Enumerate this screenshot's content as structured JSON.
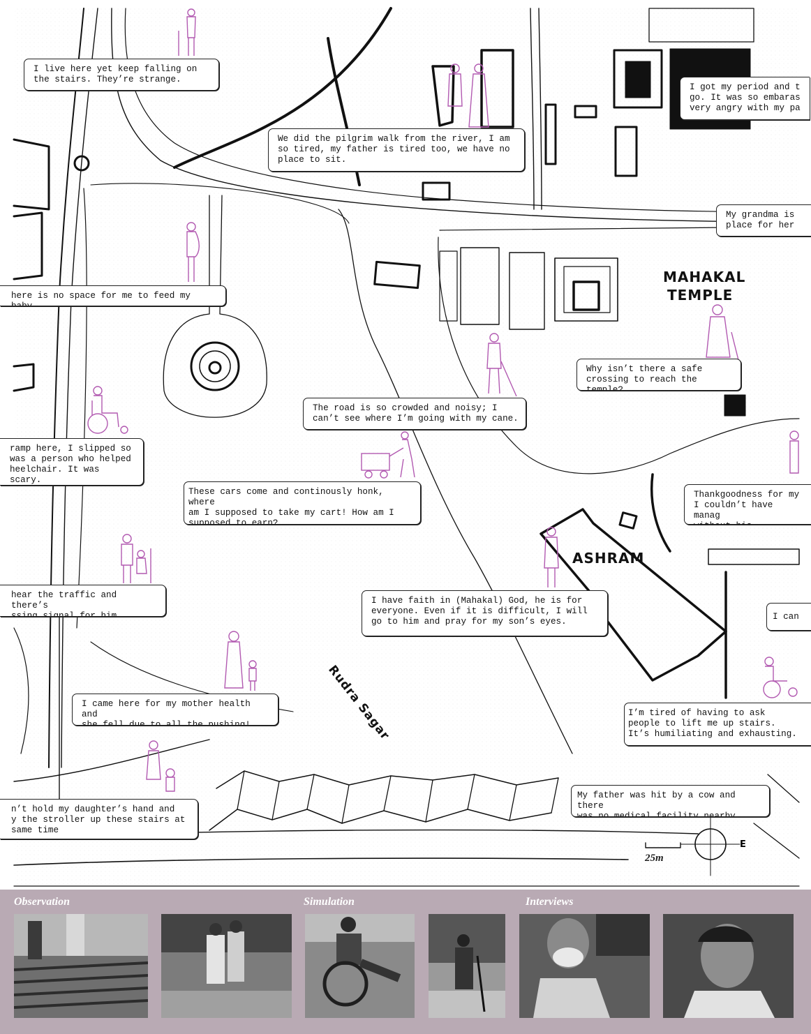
{
  "places": {
    "temple_line1": "MAHAKAL",
    "temple_line2": "TEMPLE",
    "ashram": "ASHRAM",
    "river_road": "Rudra Sagar"
  },
  "scale": {
    "label": "25m",
    "compass_letter": "E"
  },
  "quotes": [
    "I live here yet keep falling on\nthe stairs. They’re strange.",
    "We did the pilgrim walk from the river, I am\nso tired, my father is tired too, we have no\nplace to sit.",
    "I got my period and t\ngo. It was so embaras\nvery angry with my pa",
    "My grandma is\nplace for her",
    "here is no space for me to feed my baby.",
    "Why isn’t there a safe\ncrossing to reach the temple?",
    "The road is so crowded and noisy; I\ncan’t see where I’m going with my cane.",
    " ramp here, I slipped so\n was a person who helped\nheelchair. It was scary.",
    "These cars come and continously honk, where\nam I supposed to take my cart! How am I\nsupposed to earn?",
    "Thankgoodness for my\nI couldn’t have manag\nwithout his assistanc",
    "hear the traffic and there’s\nssing signal for him.",
    "I have faith in (Mahakal) God, he is for\neveryone. Even if it is difficult, I will\ngo to him and pray for my son’s eyes.",
    "I can",
    "I came here for my mother health and\nshe fell due to all the pushing!",
    "I’m tired of having to ask\npeople to lift me up stairs.\nIt’s humiliating and exhausting.",
    "My father was hit by a cow and there\nwas no medical facility nearby.",
    "n’t hold my daughter’s hand and\ny the stroller up these stairs at\nsame time"
  ],
  "figures": [
    "elderly-with-cane",
    "pregnant-woman",
    "wheelchair-user",
    "cart-vendor",
    "blind-person-with-cane",
    "elderly-couple",
    "mother-with-child",
    "woman-with-stroller",
    "wheelchair-user-right",
    "elderly-walker-temple"
  ],
  "strip": {
    "sections": [
      "Observation",
      "Simulation",
      "Interviews"
    ],
    "photos": [
      "stairs-photo",
      "street-help-photo",
      "wheelchair-photo",
      "cane-woman-photo",
      "elder-man-photo",
      "young-man-photo"
    ]
  },
  "colors": {
    "figure": "#b25ab1",
    "strip": "#b9aab4",
    "ink": "#111111"
  }
}
